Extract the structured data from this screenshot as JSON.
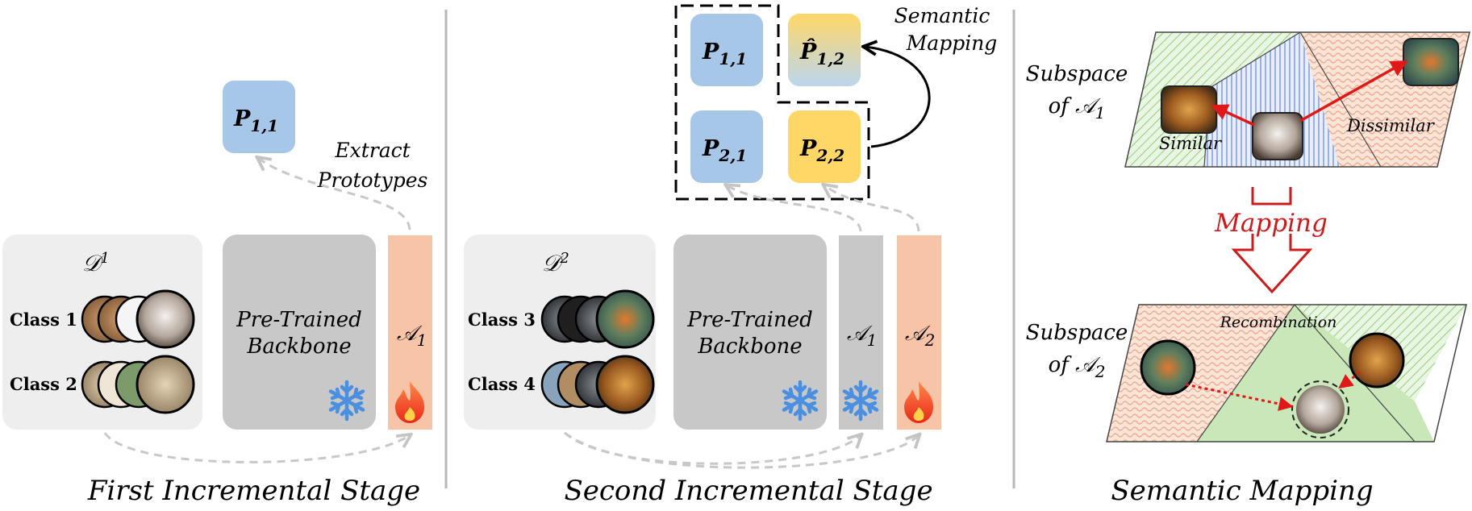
{
  "colors": {
    "panel": "#eeeeee",
    "backbone": "#c8c8c8",
    "adapter_active": "#f7c4a8",
    "proto_blue": "#a7c7e9",
    "proto_yellow": "#ffd767",
    "snow": "#4a8fe0",
    "fire": "#f04a2b",
    "mapping_red": "#cc1b1b",
    "arrow_red": "#e01818",
    "green_region": "#c9e7b9",
    "blue_region": "#b9cdf0",
    "orange_region": "#f6d6c6",
    "dash": "#c8c8c8",
    "divider": "#b7b7b7"
  },
  "icons": [
    "snowflake-icon",
    "flame-icon",
    "cat-image",
    "dog-image",
    "bird-image",
    "lion-image"
  ],
  "stage1": {
    "title": "First Incremental Stage",
    "dataset": {
      "base": "𝒟",
      "sup": "1"
    },
    "class_labels": [
      "Class 1",
      "Class 2"
    ],
    "backbone": [
      "Pre-Trained",
      "Backbone"
    ],
    "adapter": {
      "base": "𝒜",
      "sub": "1"
    },
    "extract_label": [
      "Extract",
      "Prototypes"
    ],
    "prototype": {
      "base": "P",
      "sub": "1,1"
    }
  },
  "stage2": {
    "title": "Second Incremental Stage",
    "dataset": {
      "base": "𝒟",
      "sup": "2"
    },
    "class_labels": [
      "Class 3",
      "Class 4"
    ],
    "backbone": [
      "Pre-Trained",
      "Backbone"
    ],
    "adapter_frozen": {
      "base": "𝒜",
      "sub": "1"
    },
    "adapter_new": {
      "base": "𝒜",
      "sub": "2"
    },
    "semantic_label": [
      "Semantic",
      "Mapping"
    ],
    "prototypes": [
      {
        "base": "P",
        "sub": "1,1"
      },
      {
        "base": "P̂",
        "sub": "1,2"
      },
      {
        "base": "P",
        "sub": "2,1"
      },
      {
        "base": "P",
        "sub": "2,2"
      }
    ]
  },
  "mapping": {
    "title": "Semantic Mapping",
    "subspace1": [
      "Subspace",
      "of 𝒜"
    ],
    "subspace1_sub": "1",
    "subspace2": [
      "Subspace",
      "of 𝒜"
    ],
    "subspace2_sub": "2",
    "similar": "Similar",
    "dissimilar": "Dissimilar",
    "mapping_label": "Mapping",
    "recombination": "Recombination"
  }
}
